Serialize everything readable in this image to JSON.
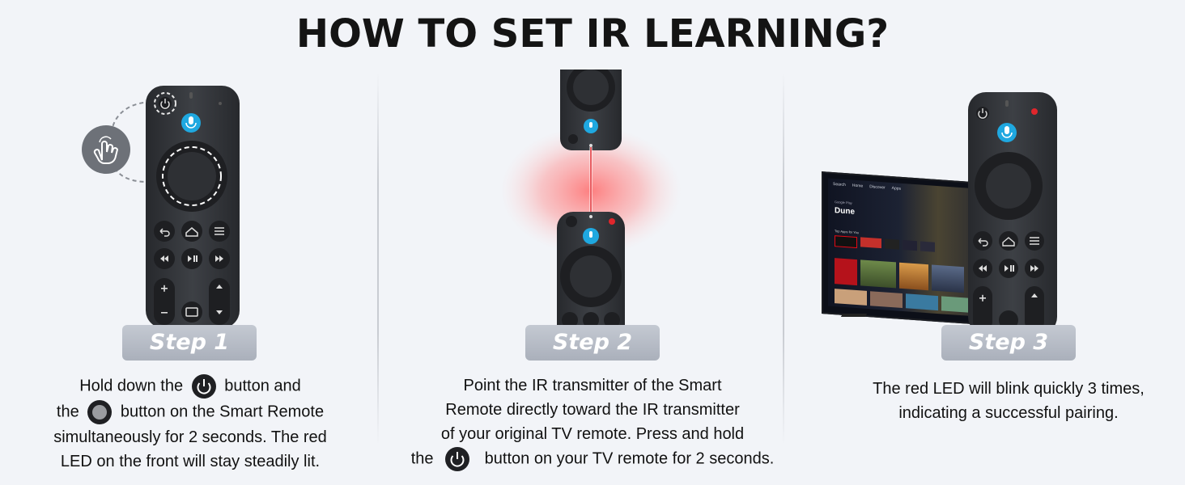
{
  "title": "HOW TO SET IR LEARNING?",
  "steps": [
    {
      "label": "Step 1",
      "lines": [
        "Hold down the",
        "button and",
        "the",
        "button on the Smart Remote",
        "simultaneously for 2 seconds. The red",
        "LED on the front will stay steadily lit."
      ]
    },
    {
      "label": "Step 2",
      "lines": [
        "Point the IR transmitter of the Smart",
        "Remote directly toward the IR transmitter",
        "of your original TV remote. Press and hold",
        "the",
        "button on your TV remote for 2 seconds."
      ]
    },
    {
      "label": "Step 3",
      "lines": [
        "The red LED will blink quickly 3 times,",
        "indicating a successful pairing."
      ]
    }
  ],
  "tv": {
    "tabs": [
      "Search",
      "Home",
      "Discover",
      "Apps"
    ],
    "source": "Google Play",
    "movie_title": "Dune",
    "section": "Top Apps for You"
  },
  "colors": {
    "mic": "#1fa8e0",
    "led_red": "#e0262c",
    "glow": "#ff6a6a"
  },
  "icons": [
    "power-icon",
    "hand-touch-icon",
    "mic-icon",
    "back-icon",
    "home-icon",
    "menu-icon",
    "rewind-icon",
    "play-pause-icon",
    "fast-forward-icon",
    "volume-up-icon",
    "volume-down-icon",
    "tv-icon",
    "channel-up-icon",
    "channel-down-icon"
  ]
}
